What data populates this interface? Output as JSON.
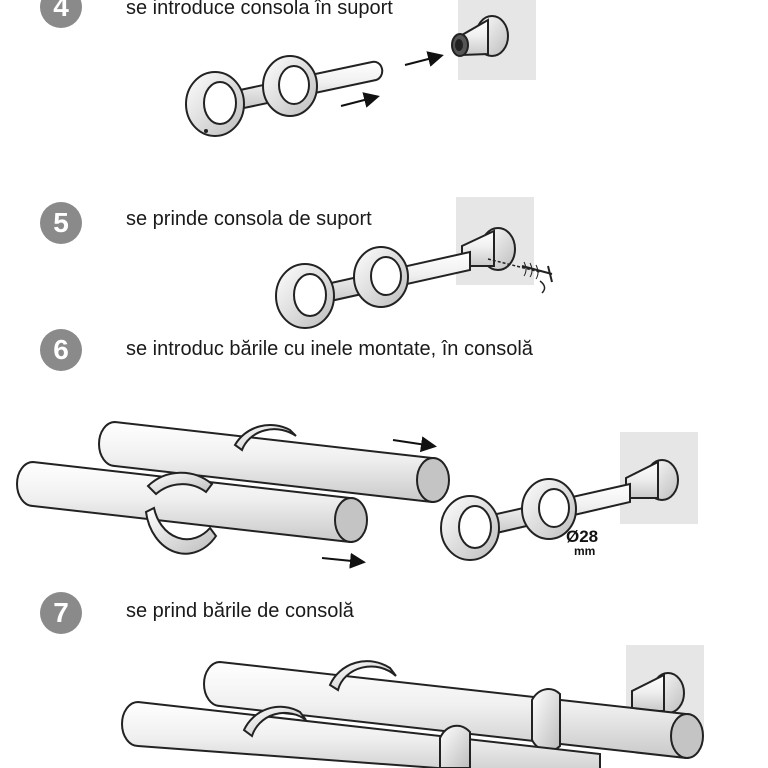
{
  "steps": [
    {
      "number": "4",
      "caption": "se introduce consola în suport"
    },
    {
      "number": "5",
      "caption": "se prinde consola de suport"
    },
    {
      "number": "6",
      "caption": "se introduc bările cu inele montate, în consolă"
    },
    {
      "number": "7",
      "caption": "se prind bările de consolă"
    }
  ],
  "diameter": {
    "symbol": "Ø28",
    "unit": "mm"
  }
}
